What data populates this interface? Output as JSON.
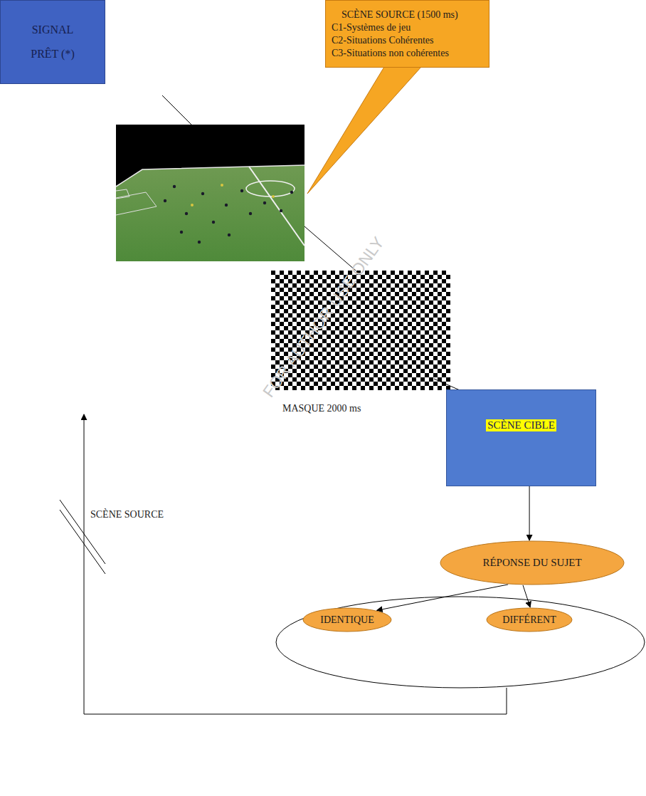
{
  "diagram": {
    "nodes": [
      {
        "text": [
          "SIGNAL PRÊT (*)"
        ]
      },
      {
        "text": [
          "SCÈNE SOURCE (1500 ms)",
          "C1-Systèmes de jeu",
          "C2-Situations Cohérentes",
          "C3-Situations non cohérentes"
        ]
      },
      {
        "text": [
          "SCÈNE CIBLE"
        ]
      },
      {
        "text": [
          "RÉPONSE DU SUJET"
        ]
      },
      {
        "text": [
          "IDENTIQUE"
        ]
      },
      {
        "text": [
          "DIFFÉRENT"
        ]
      }
    ],
    "edges": [
      {
        "from": 2,
        "to": 3,
        "arrow": "to"
      },
      {
        "from": 3,
        "to": 4,
        "arrow": "to"
      },
      {
        "from": 3,
        "to": 5,
        "arrow": "to"
      }
    ],
    "labels": [
      "MASQUE 2000 ms",
      "SCÈNE SOURCE",
      "FOR AUTHOR USE ONLY"
    ]
  }
}
